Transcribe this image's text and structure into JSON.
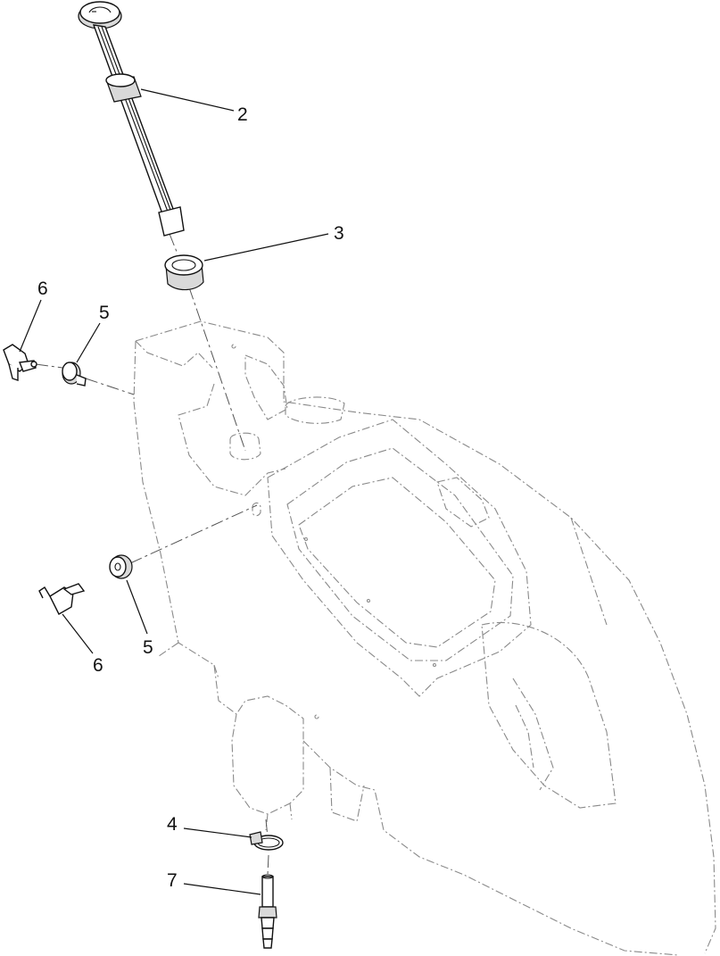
{
  "callouts": [
    {
      "id": "c2",
      "text": "2"
    },
    {
      "id": "c3",
      "text": "3"
    },
    {
      "id": "c6a",
      "text": "6"
    },
    {
      "id": "c5a",
      "text": "5"
    },
    {
      "id": "c5b",
      "text": "5"
    },
    {
      "id": "c6b",
      "text": "6"
    },
    {
      "id": "c4",
      "text": "4"
    },
    {
      "id": "c7",
      "text": "7"
    }
  ]
}
